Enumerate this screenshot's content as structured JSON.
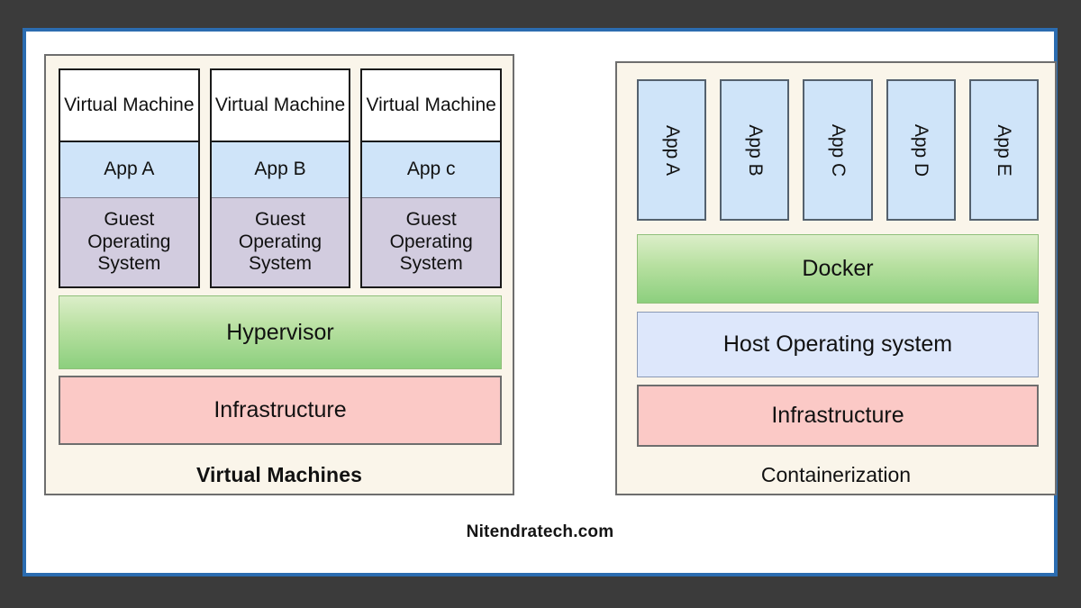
{
  "theme": {
    "page_background": "#3b3b3b",
    "slide_background": "#ffffff",
    "slide_border": "#2b6cb0",
    "panel_background": "#faf5ea",
    "panel_border": "#6e6e6e",
    "app_blue": "#cfe4f9",
    "guest_os_purple": "#d2ccdf",
    "green_gradient_top": "#dceec9",
    "green_gradient_bottom": "#8ccf7e",
    "infrastructure_pink": "#fbc9c6",
    "host_os_blue": "#dde7fb",
    "text_color": "#111111"
  },
  "vm_panel": {
    "caption": "Virtual Machines",
    "columns": [
      {
        "header": "Virtual Machine",
        "app": "App A",
        "guest_os": "Guest Operating System"
      },
      {
        "header": "Virtual Machine",
        "app": "App B",
        "guest_os": "Guest Operating System"
      },
      {
        "header": "Virtual Machine",
        "app": "App c",
        "guest_os": "Guest Operating System"
      }
    ],
    "hypervisor": "Hypervisor",
    "infrastructure": "Infrastructure"
  },
  "container_panel": {
    "caption": "Containerization",
    "apps": [
      {
        "label": "App A"
      },
      {
        "label": "App B"
      },
      {
        "label": "App C"
      },
      {
        "label": "App D"
      },
      {
        "label": "App E"
      }
    ],
    "docker": "Docker",
    "host_os": "Host Operating system",
    "infrastructure": "Infrastructure"
  },
  "footer": {
    "watermark": "Nitendratech.com"
  }
}
